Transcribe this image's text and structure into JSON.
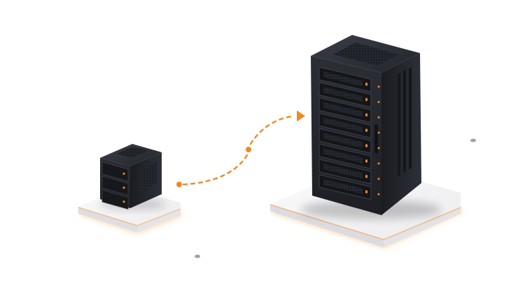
{
  "scene": {
    "subject": "server-migration-illustration",
    "colors": {
      "background": "#ffffff",
      "accent": "#f08a24",
      "server_body": "#2a2d34",
      "server_dark": "#1c1e23",
      "platform": "#f4f4f5",
      "decor_dot": "#9aa3b2"
    },
    "icons": {
      "source": "small-server-icon",
      "target": "rack-server-icon",
      "connector": "dashed-arrow-icon"
    },
    "small_server": {
      "drive_bays": 3
    },
    "rack_server": {
      "drive_bays": 8
    }
  }
}
